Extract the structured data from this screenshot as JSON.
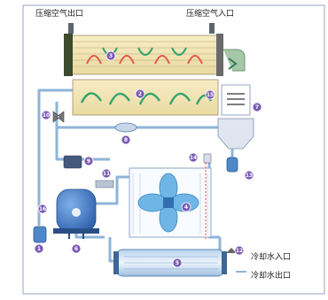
{
  "labels": {
    "air_outlet": "压缩空气出口",
    "air_inlet": "压缩空气入口",
    "cooling_water_inlet": "冷却水入口",
    "cooling_water_outlet": "冷却水出口"
  },
  "callouts": [
    "1",
    "2",
    "3",
    "4",
    "5",
    "6",
    "7",
    "8",
    "9",
    "10",
    "11",
    "12",
    "13",
    "14",
    "15",
    "16"
  ],
  "colors": {
    "frame": "#7d8fb8",
    "pipe": "#8fb4d8",
    "hot_arrow": "#e45a4a",
    "cold_arrow": "#33a36d",
    "exchanger_fill": "#f3e7b9",
    "compressor": "#3b74c6",
    "fan": "#6fb6e6",
    "badge": "#7a5ab4"
  }
}
